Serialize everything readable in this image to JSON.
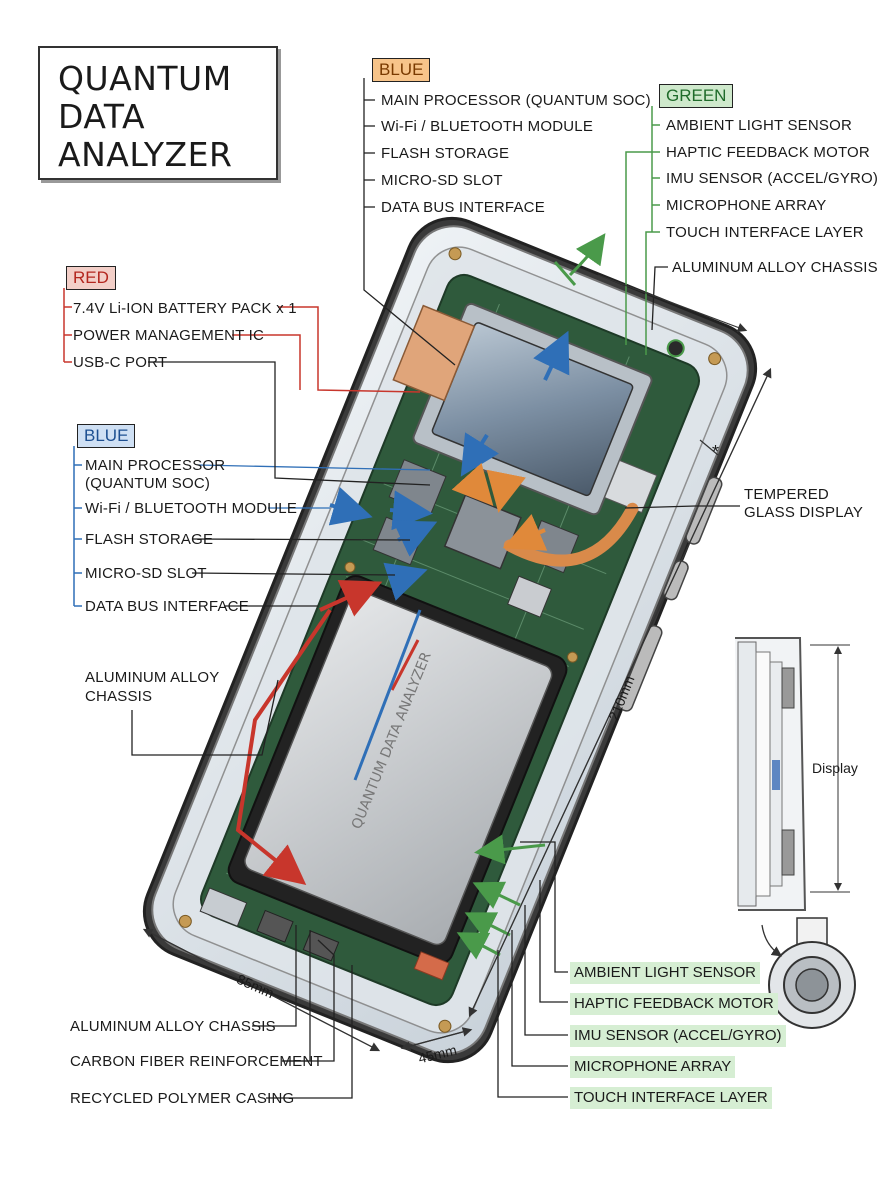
{
  "title": [
    "QUANTUM",
    "DATA",
    "ANALYZER"
  ],
  "top_group": {
    "tag": "BLUE",
    "items": [
      "MAIN PROCESSOR (QUANTUM SOC)",
      "Wi-Fi / BLUETOOTH MODULE",
      "FLASH STORAGE",
      "MICRO-SD SLOT",
      "DATA BUS INTERFACE"
    ]
  },
  "green_group_top": {
    "tag": "GREEN",
    "items": [
      "AMBIENT LIGHT SENSOR",
      "HAPTIC FEEDBACK MOTOR",
      "IMU SENSOR (ACCEL/GYRO)",
      "MICROPHONE ARRAY",
      "TOUCH INTERFACE LAYER"
    ],
    "extra": "ALUMINUM ALLOY CHASSIS"
  },
  "red_group": {
    "tag": "RED",
    "items": [
      "7.4V Li-ION BATTERY PACK x 1",
      "POWER MANAGEMENT IC",
      "USB-C PORT"
    ]
  },
  "blue_group_left": {
    "tag": "BLUE",
    "items": [
      "MAIN PROCESSOR",
      "(QUANTUM SOC)",
      "Wi-Fi / BLUETOOTH MODULE",
      "FLASH STORAGE",
      "MICRO-SD SLOT",
      "DATA BUS INTERFACE"
    ]
  },
  "left_chassis": [
    "ALUMINUM ALLOY",
    "CHASSIS"
  ],
  "tempered": [
    "TEMPERED",
    "GLASS DISPLAY"
  ],
  "bottom_left": [
    "ALUMINUM ALLOY CHASSIS",
    "CARBON FIBER REINFORCEMENT",
    "RECYCLED POLYMER CASING"
  ],
  "green_group_bottom": [
    "AMBIENT LIGHT SENSOR",
    "HAPTIC FEEDBACK MOTOR",
    "IMU SENSOR (ACCEL/GYRO)",
    "MICROPHONE ARRAY",
    "TOUCH INTERFACE LAYER"
  ],
  "dimensions": {
    "length": "210mm",
    "width": "85mm",
    "depth": "45mm"
  },
  "battery_print": "QUANTUM DATA ANALYZER",
  "inset_label": "Display",
  "asterisk": "*",
  "colors": {
    "red": "#c8362c",
    "blue": "#2f6fb7",
    "green": "#4a9a4a",
    "orange": "#e0893a",
    "pcb": "#2f5a3c"
  }
}
